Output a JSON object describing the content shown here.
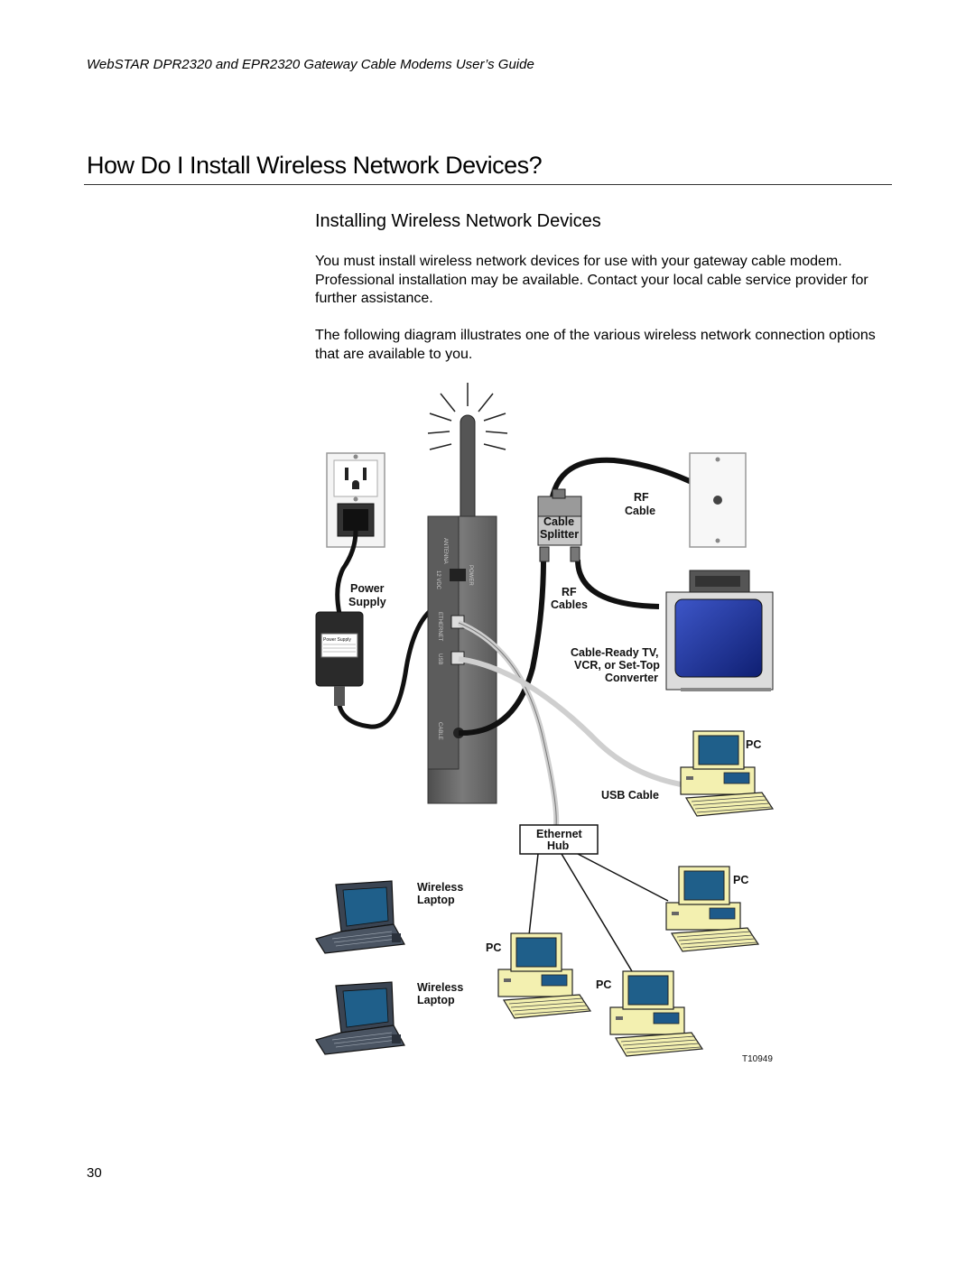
{
  "header": {
    "running_title": "WebSTAR DPR2320 and EPR2320 Gateway Cable Modems User’s Guide"
  },
  "page": {
    "title": "How Do I Install Wireless Network Devices?",
    "section_heading": "Installing Wireless Network Devices",
    "paragraphs": [
      "You must install wireless network devices for use with your gateway cable modem. Professional installation may be available. Contact your local cable service provider for further assistance.",
      "The following diagram illustrates one of the various wireless network connection options that are available to you."
    ],
    "page_number": "30"
  },
  "diagram": {
    "labels": {
      "power_supply_1": "Power",
      "power_supply_2": "Supply",
      "power_supply_sticker": "Power Supply",
      "rf_cable_1": "RF",
      "rf_cable_2": "Cable",
      "splitter_1": "Cable",
      "splitter_2": "Splitter",
      "rf_cables_1": "RF",
      "rf_cables_2": "Cables",
      "tv_1": "Cable-Ready TV,",
      "tv_2": "VCR, or Set-Top",
      "tv_3": "Converter",
      "pc_usb": "PC",
      "usb_cable": "USB Cable",
      "hub_1": "Ethernet",
      "hub_2": "Hub",
      "pc_hub_right": "PC",
      "pc_hub_left": "PC",
      "pc_hub_center": "PC",
      "laptop1_1": "Wireless",
      "laptop1_2": "Laptop",
      "laptop2_1": "Wireless",
      "laptop2_2": "Laptop",
      "figure_id": "T10949",
      "port_antenna": "ANTENNA",
      "port_power": "POWER",
      "port_dc": "12 VDC",
      "port_ethernet": "ETHERNET",
      "port_usb": "USB",
      "port_cable": "CABLE"
    },
    "colors": {
      "modem_body": "#6e6e6e",
      "screen": "#1f5f8a",
      "tv_screen": "#243a9c",
      "cable_dark": "#111111",
      "cable_light": "#d9d9d9",
      "pc_beige": "#f3f0b0"
    }
  }
}
